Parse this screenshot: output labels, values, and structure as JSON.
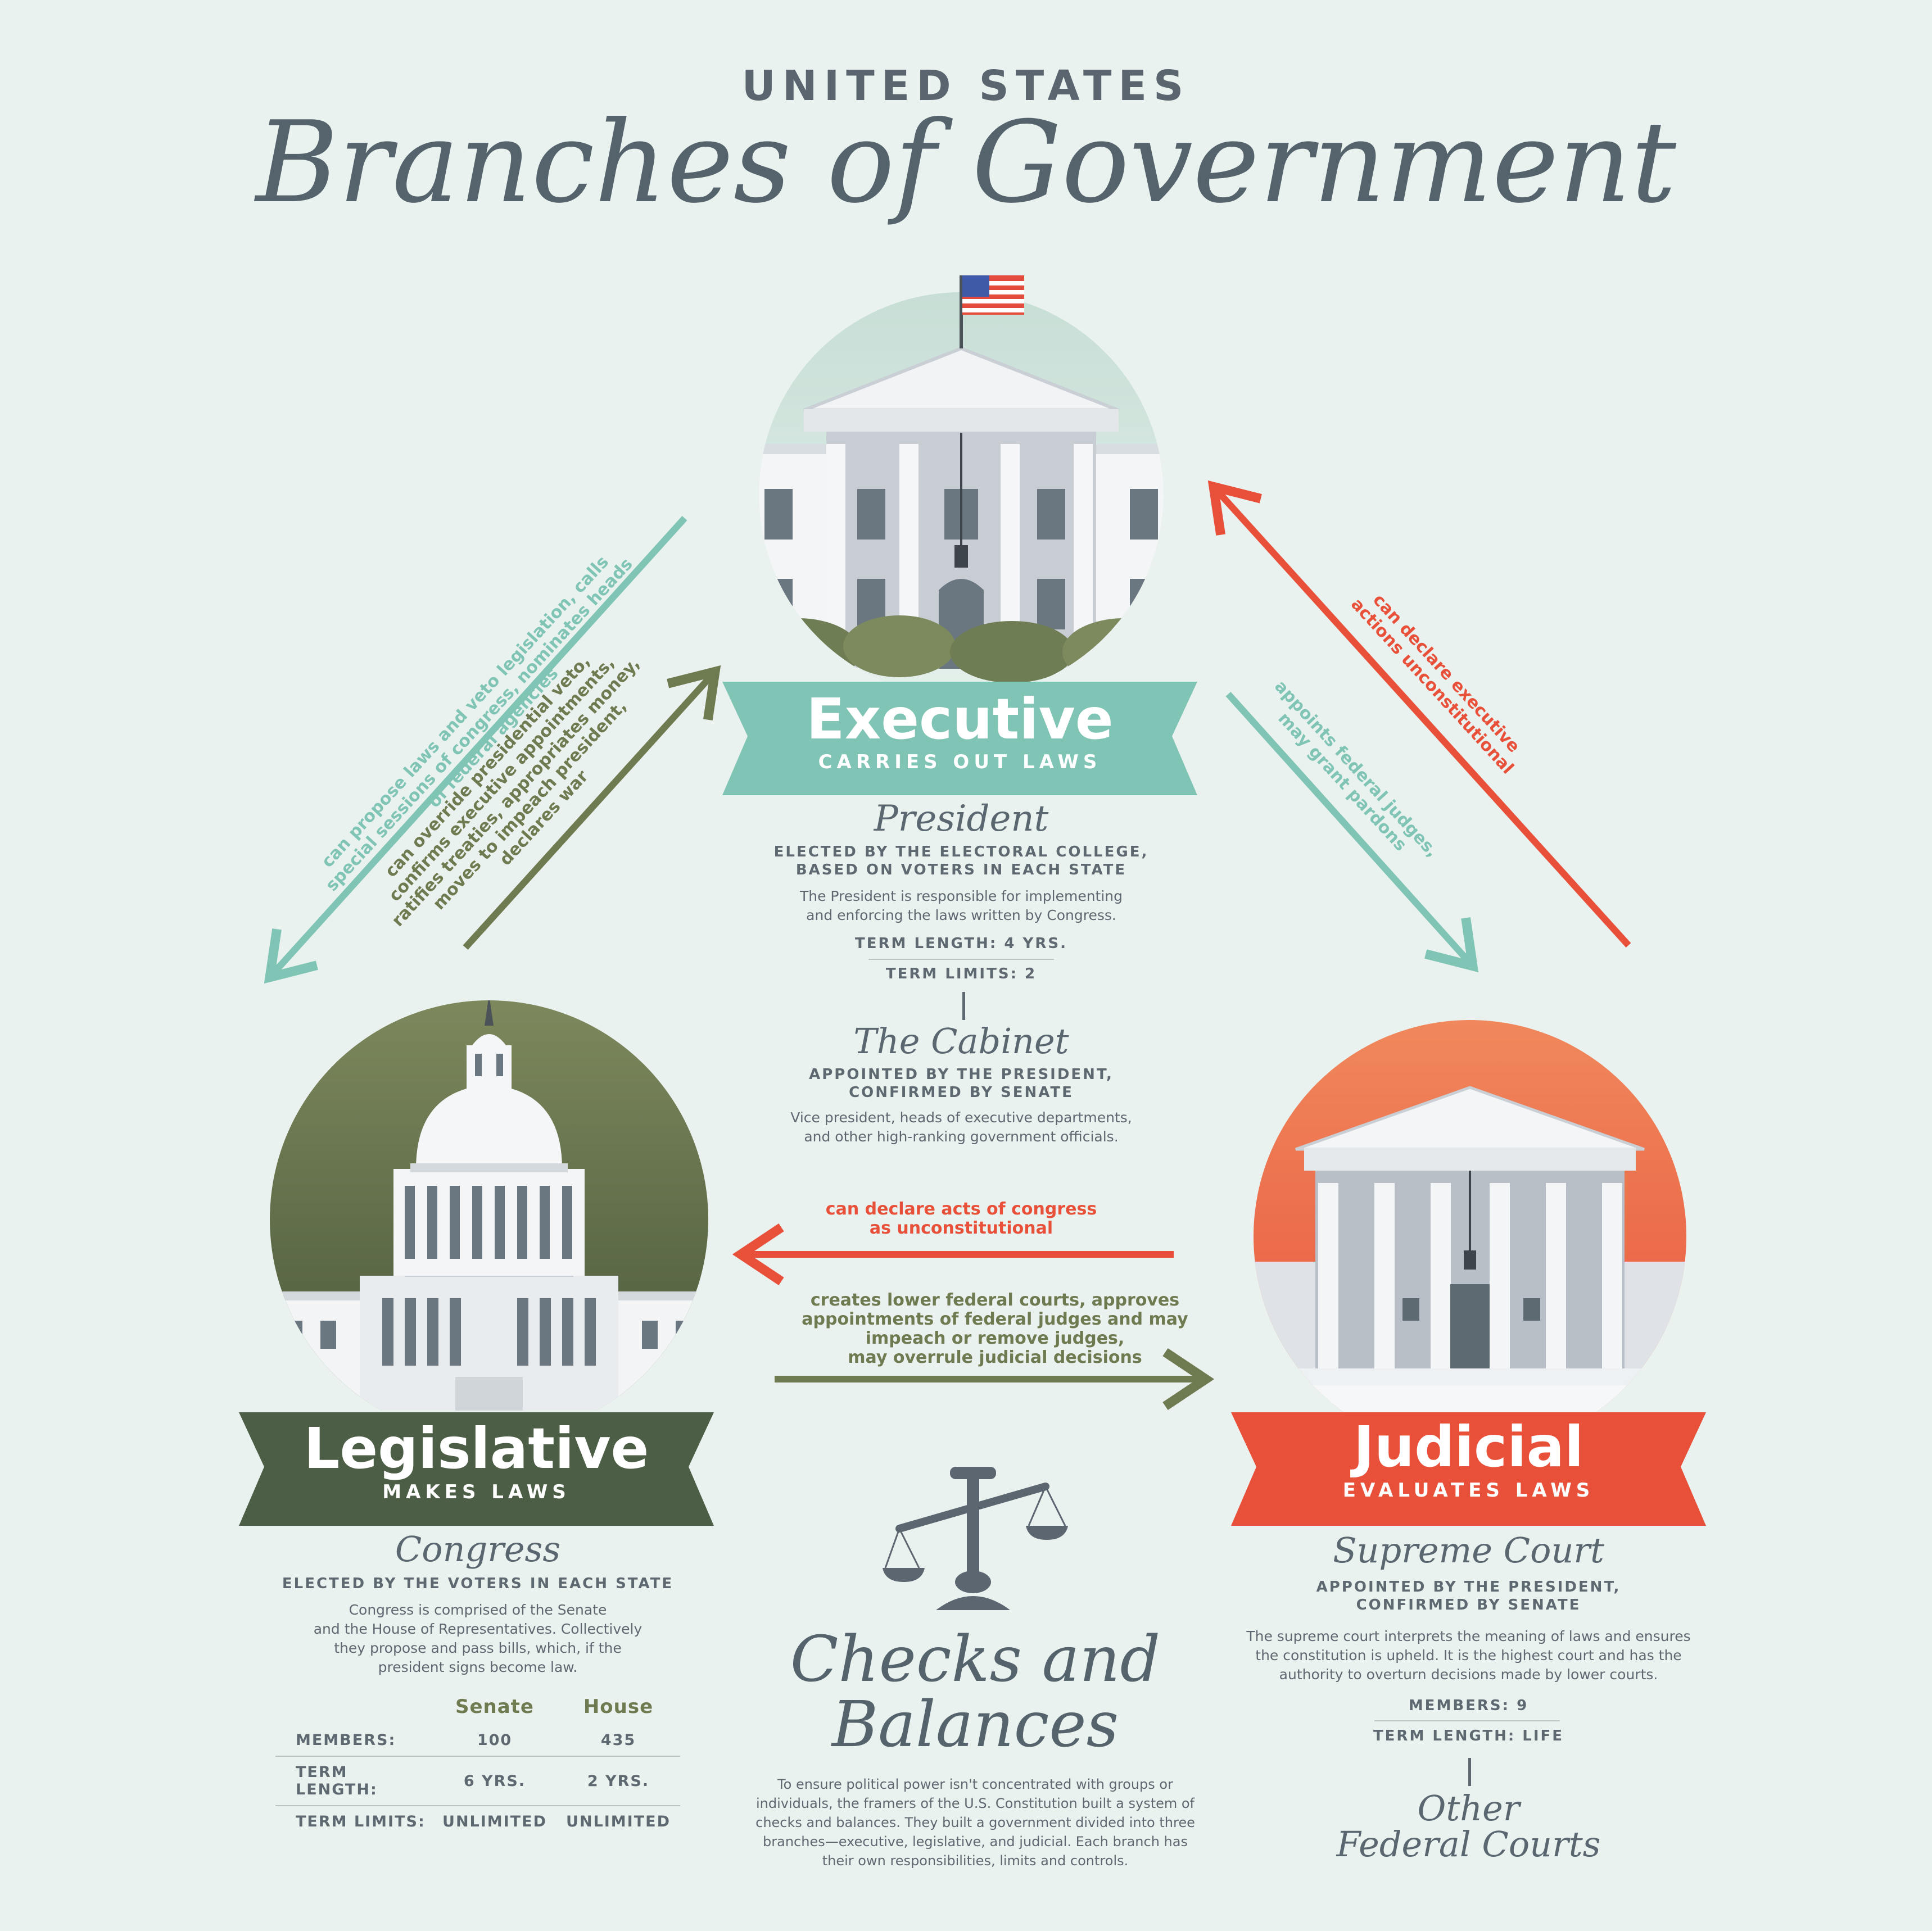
{
  "header": {
    "supertitle": "UNITED STATES",
    "title": "Branches of Government"
  },
  "executive": {
    "banner_title": "Executive",
    "banner_subtitle": "CARRIES OUT LAWS",
    "color": "#7fc4b4",
    "office": "President",
    "election": [
      "ELECTED BY THE ELECTORAL COLLEGE,",
      "BASED ON VOTERS IN EACH STATE"
    ],
    "description": [
      "The President is responsible for implementing",
      "and enforcing the laws written by Congress."
    ],
    "term_length": "TERM LENGTH: 4 YRS.",
    "term_limits": "TERM LIMITS: 2",
    "cabinet": {
      "title": "The Cabinet",
      "appointment": [
        "APPOINTED BY THE PRESIDENT,",
        "CONFIRMED BY SENATE"
      ],
      "description": [
        "Vice president, heads of executive departments,",
        "and other high-ranking government officials."
      ]
    }
  },
  "legislative": {
    "banner_title": "Legislative",
    "banner_subtitle": "MAKES LAWS",
    "color": "#4c5e45",
    "office": "Congress",
    "election": "ELECTED BY THE VOTERS IN EACH STATE",
    "description": [
      "Congress is comprised of the Senate",
      "and the House of Representatives. Collectively",
      "they propose and pass bills, which, if the",
      "president signs become law."
    ],
    "table": {
      "headers": [
        "Senate",
        "House"
      ],
      "rows": [
        {
          "label": "MEMBERS:",
          "senate": "100",
          "house": "435"
        },
        {
          "label": "TERM LENGTH:",
          "senate": "6 YRS.",
          "house": "2 YRS."
        },
        {
          "label": "TERM LIMITS:",
          "senate": "UNLIMITED",
          "house": "UNLIMITED"
        }
      ]
    }
  },
  "judicial": {
    "banner_title": "Judicial",
    "banner_subtitle": "EVALUATES LAWS",
    "color": "#e8503a",
    "office": "Supreme Court",
    "appointment": [
      "APPOINTED BY THE PRESIDENT,",
      "CONFIRMED BY SENATE"
    ],
    "description": [
      "The supreme court interprets the meaning of laws and ensures",
      "the constitution is upheld. It is the highest court and has the",
      "authority to overturn decisions made by lower courts."
    ],
    "members": "MEMBERS: 9",
    "term_length": "TERM LENGTH: LIFE",
    "other_courts": [
      "Other",
      "Federal Courts"
    ]
  },
  "checks": {
    "title": [
      "Checks and",
      "Balances"
    ],
    "description": [
      "To ensure political power isn't concentrated with groups or",
      "individuals, the framers of the U.S. Constitution built a system of",
      "checks and balances. They built a government divided into three",
      "branches—executive, legislative, and judicial. Each branch has",
      "their own responsibilities, limits and controls."
    ]
  },
  "arrows": {
    "exec_to_leg": [
      "can propose laws and veto legislation, calls",
      "special sessions of congress, nominates heads",
      "of federal agencies"
    ],
    "leg_to_exec": [
      "can override presidential veto,",
      "confirms executive appointments,",
      "ratifies treaties, appropriates money,",
      "moves to impeach president,",
      "declares war"
    ],
    "jud_to_exec": [
      "can declare executive",
      "actions unconstitutional"
    ],
    "exec_to_jud": [
      "appoints federal judges,",
      "may grant pardons"
    ],
    "jud_to_leg": [
      "can declare acts of congress",
      "as unconstitutional"
    ],
    "leg_to_jud": [
      "creates lower federal courts, approves",
      "appointments of federal judges and may",
      "impeach or remove judges,",
      "may overrule judicial decisions"
    ]
  },
  "colors": {
    "background": "#e9f2ee",
    "teal": "#7fc4b4",
    "olive": "#6e7a50",
    "red": "#e8503a",
    "text": "#5b6670"
  },
  "icons": [
    "us-flag-icon",
    "white-house-icon",
    "capitol-icon",
    "supreme-court-icon",
    "scales-of-justice-icon"
  ]
}
